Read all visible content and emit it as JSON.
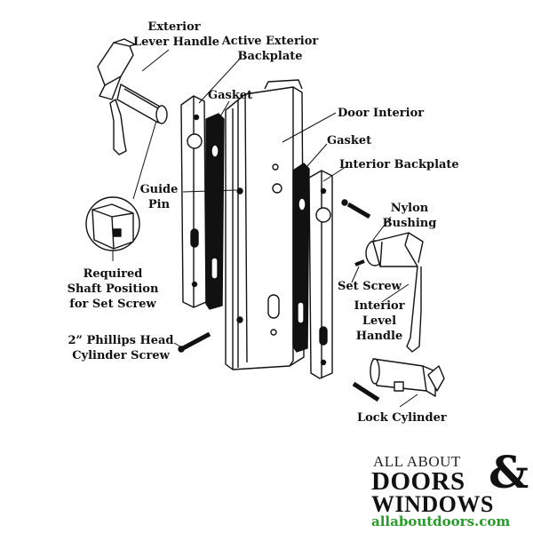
{
  "labels": {
    "exterior_lever_handle": [
      "Exterior",
      "Lever Handle"
    ],
    "active_exterior_backplate": [
      "Active Exterior",
      "Backplate"
    ],
    "gasket_left": "Gasket",
    "door_interior": "Door Interior",
    "gasket_right": "Gasket",
    "interior_backplate": "Interior Backplate",
    "guide_pin": [
      "Guide",
      "Pin"
    ],
    "nylon_bushing": [
      "Nylon",
      "Bushing"
    ],
    "required_shaft": [
      "Required",
      "Shaft Position",
      "for Set Screw"
    ],
    "set_screw": "Set Screw",
    "interior_lever_handle": [
      "Interior",
      "Level",
      "Handle"
    ],
    "phillips_screw": [
      "2” Phillips Head",
      "Cylinder Screw"
    ],
    "lock_cylinder": "Lock Cylinder"
  },
  "logo": {
    "line1": "ALL ABOUT",
    "line2": "DOORS",
    "ampersand": "&",
    "line3": "WINDOWS",
    "url": "allaboutdoors.com"
  },
  "colors": {
    "ink": "#111111",
    "url_green": "#2a9a2a"
  }
}
